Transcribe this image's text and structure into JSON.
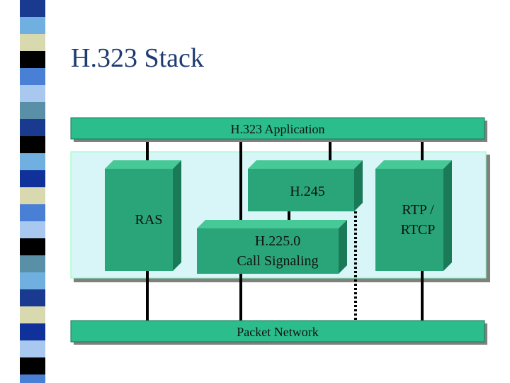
{
  "slide": {
    "title": "H.323 Stack"
  },
  "diagram": {
    "boxes": {
      "application": "H.323 Application",
      "ras": "RAS",
      "h245": "H.245",
      "h2250_line1": "H.225.0",
      "h2250_line2": "Call Signaling",
      "rtp_line1": "RTP /",
      "rtp_line2": "RTCP",
      "packet_network": "Packet Network"
    }
  },
  "colors": {
    "title": "#1f3b73",
    "band_fill": "#2bbd8c",
    "block_front": "#2aa57a",
    "block_top": "#46c996",
    "block_side": "#1a7a58",
    "container": "#d8f6f8",
    "shadow": "#808080",
    "line": "#000000",
    "sidebar": [
      "#1a3a8f",
      "#6fb0e0",
      "#d9d9b0",
      "#000000",
      "#4a7fd6",
      "#a8c8f0",
      "#5a8fa8",
      "#10309a"
    ]
  }
}
